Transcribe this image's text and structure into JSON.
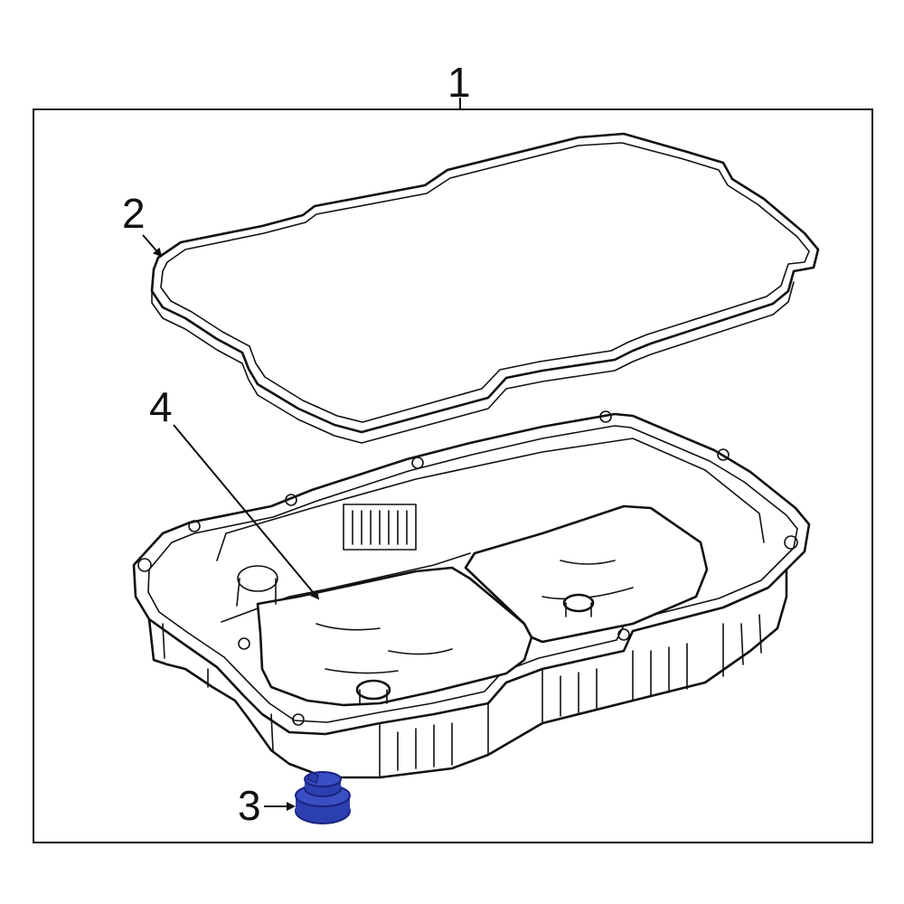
{
  "callouts": {
    "assembly": "1",
    "gasket": "2",
    "drain_plug": "3",
    "filter": "4"
  },
  "colors": {
    "line": "#111111",
    "highlight_part": "#2b3fae",
    "highlight_dark": "#1a237e",
    "background": "#ffffff"
  }
}
